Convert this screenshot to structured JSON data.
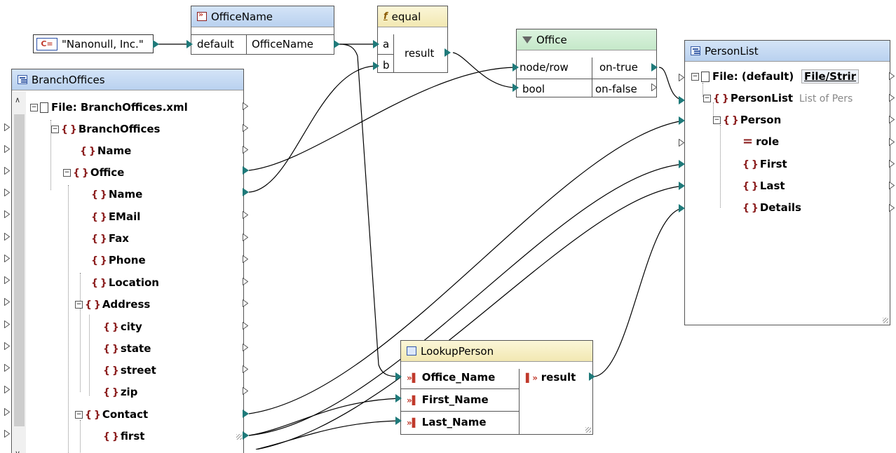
{
  "constant": {
    "value": "\"Nanonull, Inc.\"",
    "icon": "constant-icon"
  },
  "office_name_input": {
    "title": "OfficeName",
    "default_label": "default",
    "output_label": "OfficeName"
  },
  "equal_fn": {
    "title": "equal",
    "input_a": "a",
    "input_b": "b",
    "output": "result"
  },
  "filter": {
    "title": "Office",
    "input_node": "node/row",
    "input_bool": "bool",
    "out_true": "on-true",
    "out_false": "on-false"
  },
  "branch_offices": {
    "title": "BranchOffices",
    "file_label": "File: BranchOffices.xml",
    "items": [
      "BranchOffices",
      "Name",
      "Office",
      "Name",
      "EMail",
      "Fax",
      "Phone",
      "Location",
      "Address",
      "city",
      "state",
      "street",
      "zip",
      "Contact",
      "first"
    ]
  },
  "person_list": {
    "title": "PersonList",
    "file_label": "File: (default)",
    "file_button": "File/Strir",
    "root_label": "PersonList",
    "root_hint": "List of Pers",
    "items": [
      "Person",
      "role",
      "First",
      "Last",
      "Details"
    ]
  },
  "lookup": {
    "title": "LookupPerson",
    "inputs": [
      "Office_Name",
      "First_Name",
      "Last_Name"
    ],
    "output": "result"
  },
  "colors": {
    "connector": "#1f7a7a",
    "element_brace": "#8b1d1d",
    "title_blue": "#c6daf3",
    "title_yellow": "#f6eec4",
    "title_green": "#d0edd4"
  }
}
